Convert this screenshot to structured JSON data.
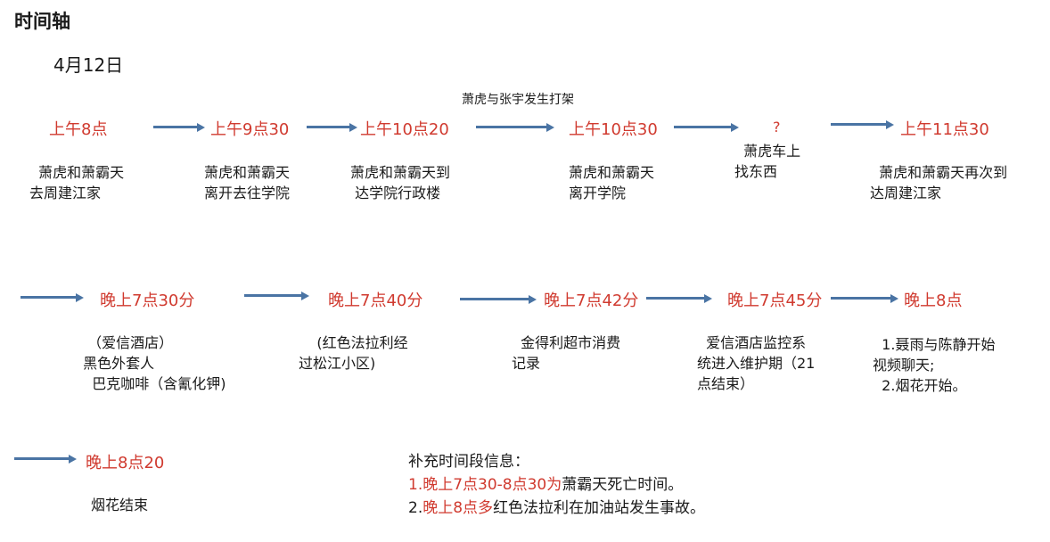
{
  "title": "时间轴",
  "date": "4月12日",
  "top_note": "萧虎与张宇发生打架",
  "events": [
    {
      "time": "上午8点",
      "desc": "  萧虎和萧霸天\n去周建江家"
    },
    {
      "time": "上午9点30",
      "desc": "萧虎和萧霸天\n离开去往学院"
    },
    {
      "time": "上午10点20",
      "desc": "萧虎和萧霸天到\n 达学院行政楼"
    },
    {
      "time": "上午10点30",
      "desc": "萧虎和萧霸天\n离开学院"
    },
    {
      "time": "?",
      "desc": "  萧虎车上\n找东西"
    },
    {
      "time": "上午11点30",
      "desc": "  萧虎和萧霸天再次到\n达周建江家"
    },
    {
      "time": "晚上7点30分",
      "desc": "  （爱信酒店）\n 黑色外套人\n   巴克咖啡（含氰化钾)"
    },
    {
      "time": "晚上7点40分",
      "desc": "    (红色法拉利经\n过松江小区)"
    },
    {
      "time": "晚上7点42分",
      "desc": "  金得利超市消费\n记录"
    },
    {
      "time": "晚上7点45分",
      "desc": "  爱信酒店监控系\n统进入维护期（21\n点结束）"
    },
    {
      "time": "晚上8点",
      "desc": "  1.聂雨与陈静开始\n视频聊天;\n  2.烟花开始。"
    },
    {
      "time": "晚上8点20",
      "desc": "烟花结束"
    }
  ],
  "supplement": {
    "heading": "补充时间段信息：",
    "line1_red": "1.晚上7点30-8点30为",
    "line1_rest": "萧霸天死亡时间。",
    "line2_prefix": "2.",
    "line2_red": "晚上8点多",
    "line2_rest": "红色法拉利在加油站发生事故。"
  },
  "colors": {
    "time_red": "#d03a2f",
    "arrow_blue": "#4a74a4"
  }
}
